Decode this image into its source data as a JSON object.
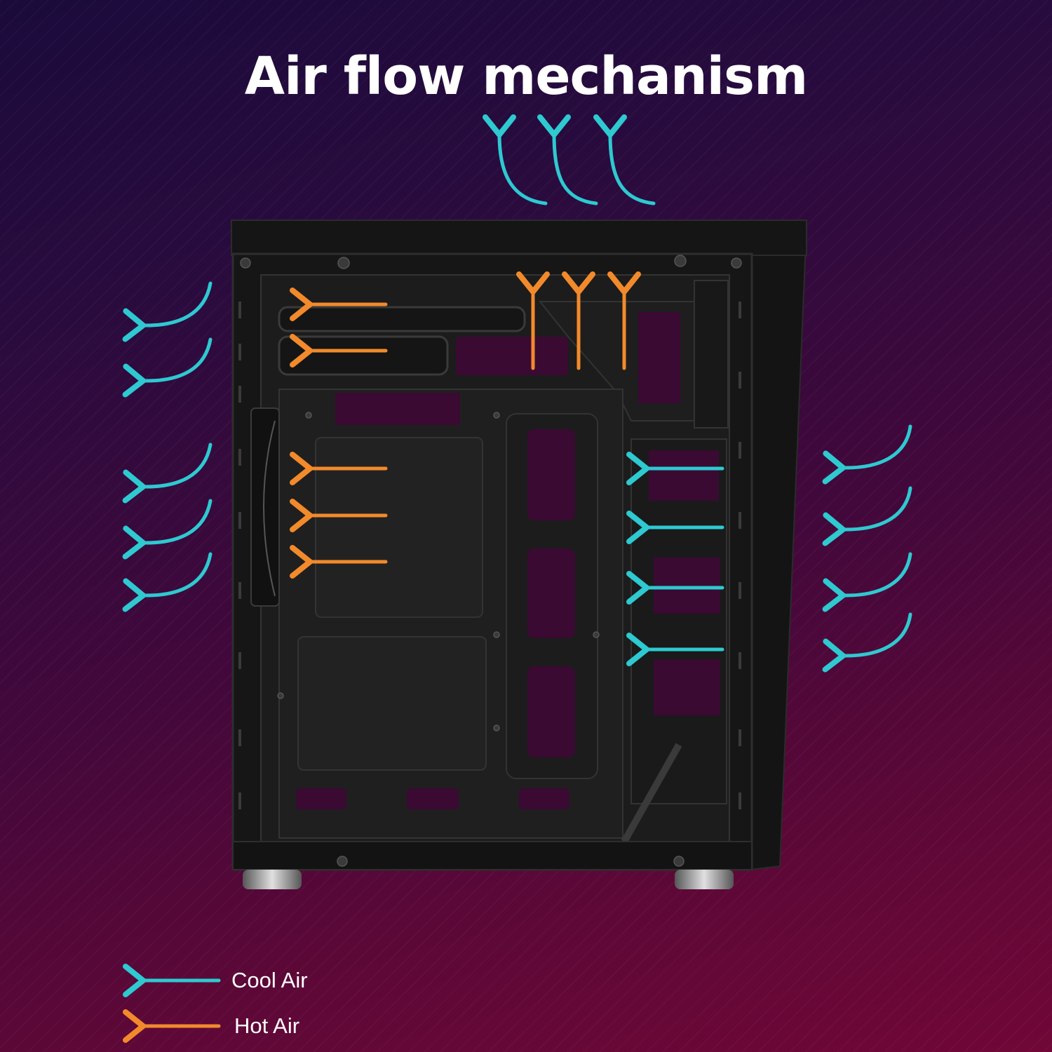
{
  "title": "Air flow mechanism",
  "legend": {
    "cool": {
      "label": "Cool Air",
      "color": "#2ec9d1"
    },
    "hot": {
      "label": "Hot Air",
      "color": "#f28a2c"
    }
  },
  "colors": {
    "case": "#1a1a1a",
    "case_edge": "#2b2b2b",
    "panel": "#202020",
    "background_top": "#1a0b3b",
    "background_bottom": "#700737"
  }
}
